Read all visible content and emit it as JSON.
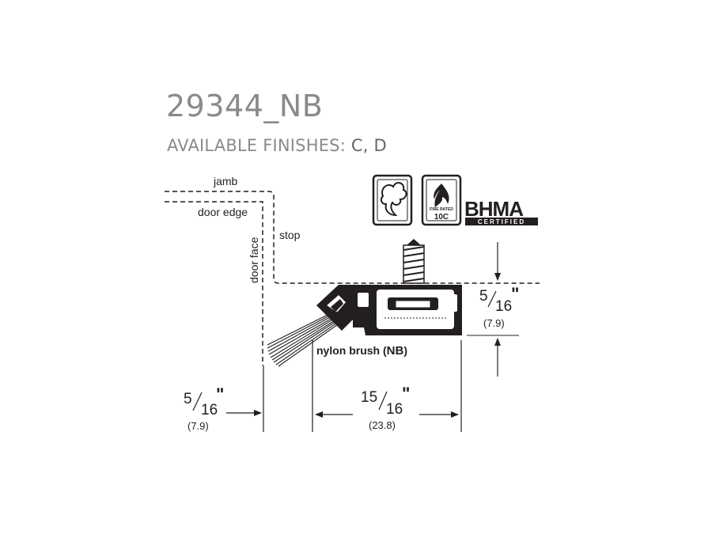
{
  "product": {
    "model": "29344_NB",
    "finishes_label": "AVAILABLE FINISHES: ",
    "finishes_codes": "C, D"
  },
  "labels": {
    "jamb": "jamb",
    "door_edge": "door edge",
    "stop": "stop",
    "door_face": "door face",
    "nylon_brush_prefix": "nylon brush (",
    "nylon_brush_code": "NB",
    "nylon_brush_suffix": ")"
  },
  "badges": {
    "fire_rated_text": "FIRE RATED",
    "fire_rating": "10C",
    "bhma": "BHMA",
    "bhma_sub": "CERTIFIED"
  },
  "dimensions": {
    "height": {
      "num": "5",
      "den": "16",
      "unit": "\"",
      "mm": "(7.9)"
    },
    "offset": {
      "num": "5",
      "den": "16",
      "unit": "\"",
      "mm": "(7.9)"
    },
    "width": {
      "num": "15",
      "den": "16",
      "unit": "\"",
      "mm": "(23.8)"
    }
  },
  "colors": {
    "title_gray": "#8a8a8a",
    "line": "#231f20",
    "dashed": "#231f20"
  }
}
